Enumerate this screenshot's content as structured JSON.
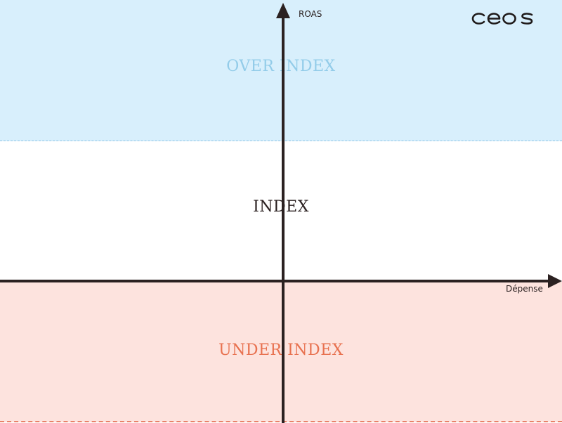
{
  "zones": {
    "over": "OVER INDEX",
    "index": "INDEX",
    "under": "UNDER INDEX"
  },
  "axes": {
    "y_label": "ROAS",
    "x_label": "Dépense"
  },
  "brand": {
    "logo_text": "ceos"
  },
  "colors": {
    "over_band": "#d8effc",
    "under_band": "#fde3de",
    "over_text": "#93cce9",
    "under_text": "#e8714f",
    "axis": "#2b2121"
  }
}
